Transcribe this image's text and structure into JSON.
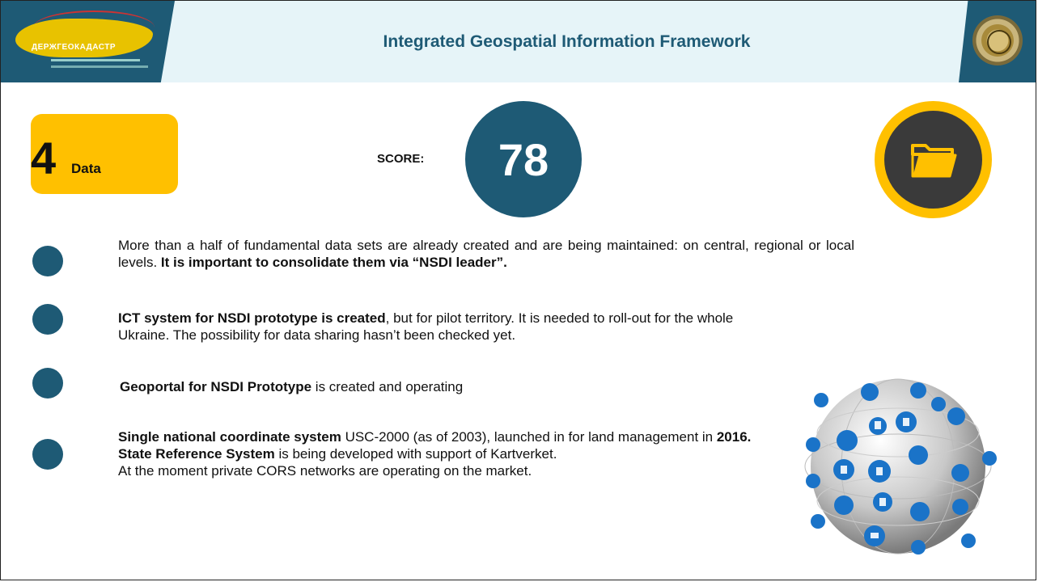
{
  "header": {
    "title": "Integrated Geospatial Information Framework",
    "left_logo_text": "ДЕРЖГЕОКАДАСТР"
  },
  "badge": {
    "number": "4",
    "label": "Data"
  },
  "score": {
    "label": "SCORE:",
    "value": "78"
  },
  "icons": {
    "folder": "folder-icon",
    "globe": "network-globe-icon"
  },
  "colors": {
    "accent": "#1e5a75",
    "yellow": "#ffc000",
    "header_bg": "#e6f4f8"
  },
  "items": [
    {
      "p1": "More than a half of fundamental data sets are already created and are being maintained: on central, regional or local levels. ",
      "b1": "It is important to consolidate them via “NSDI leader”."
    },
    {
      "b1": "ICT system for NSDI prototype is created",
      "p1": ", but for pilot territory. It is needed to roll-out for the whole Ukraine. The possibility for data sharing hasn’t been checked yet."
    },
    {
      "b1": "Geoportal for NSDI Prototype",
      "p1": " is created and operating"
    },
    {
      "b1": "Single national coordinate system",
      "p1": " USC-2000 (as of 2003), launched in for land management in ",
      "b2": "2016.",
      "b3": "State Reference System",
      "p2": " is being developed with support of Kartverket.",
      "p3": "At the moment private CORS networks are operating on the market."
    }
  ]
}
